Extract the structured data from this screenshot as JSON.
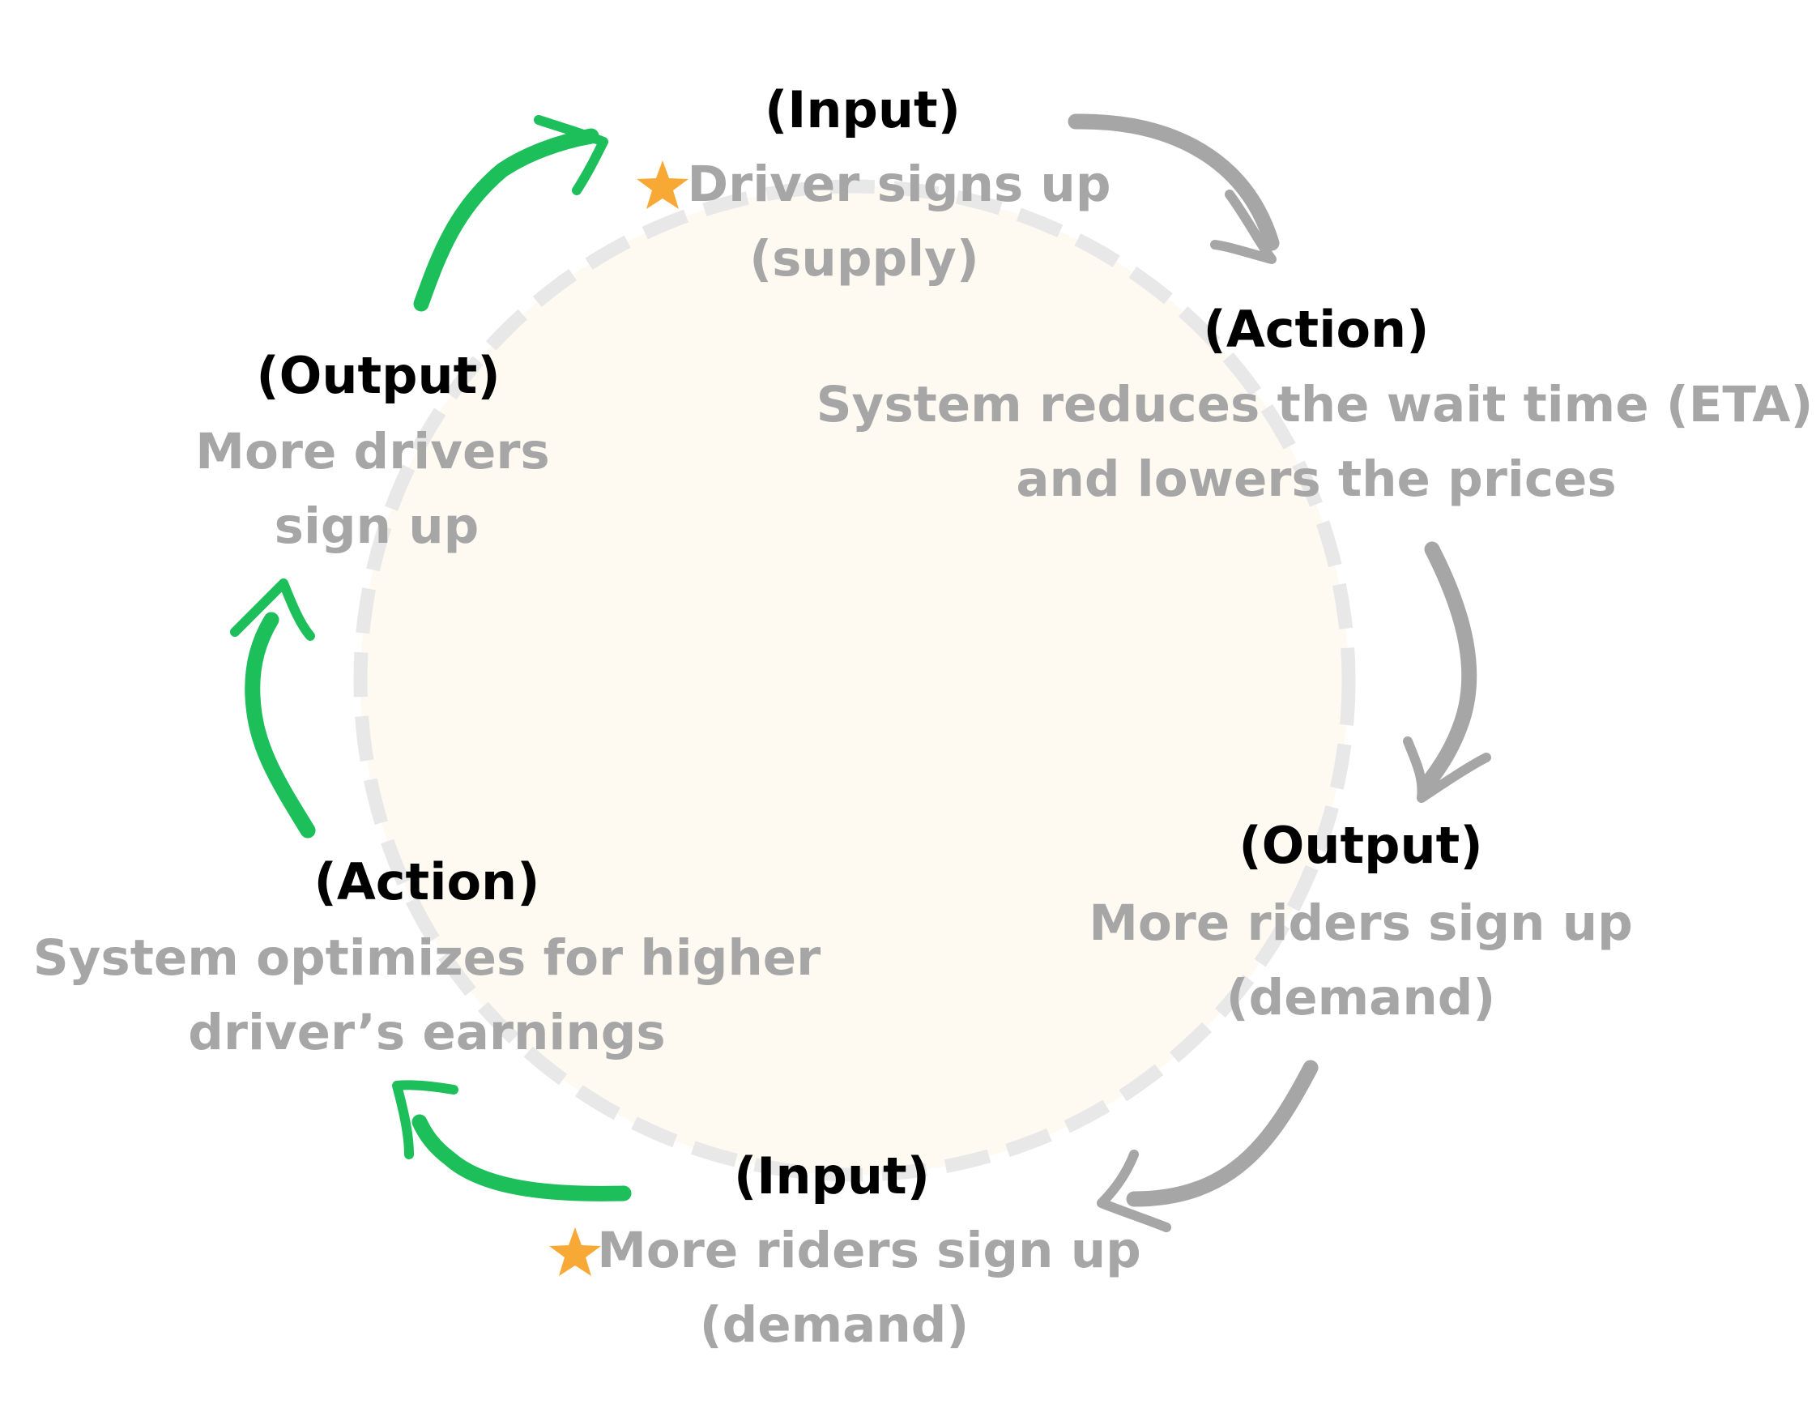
{
  "colors": {
    "background": "#ffffff",
    "circle_fill": "#fefaf2",
    "circle_stroke": "#e8e8e8",
    "heading": "#000000",
    "body_text": "#a6a6a6",
    "arrow_gray": "#a6a6a6",
    "arrow_green": "#1cbf5a",
    "star": "#f8a835"
  },
  "nodes": {
    "input_top": {
      "heading": "(Input)",
      "line1": "Driver signs up",
      "line2": "(supply)",
      "icon": "star-icon"
    },
    "action_right": {
      "heading": "(Action)",
      "line1": "System reduces the wait time (ETA)",
      "line2": "and lowers the prices"
    },
    "output_right": {
      "heading": "(Output)",
      "line1": "More riders sign up",
      "line2": "(demand)"
    },
    "input_bottom": {
      "heading": "(Input)",
      "line1": "More riders sign up",
      "line2": "(demand)",
      "icon": "star-icon"
    },
    "action_left": {
      "heading": "(Action)",
      "line1": "System optimizes for higher",
      "line2": "driver’s earnings"
    },
    "output_left": {
      "heading": "(Output)",
      "line1": "More drivers",
      "line2": "sign up"
    }
  },
  "arrows": [
    {
      "from": "input_top",
      "to": "action_right",
      "color": "gray"
    },
    {
      "from": "action_right",
      "to": "output_right",
      "color": "gray"
    },
    {
      "from": "output_right",
      "to": "input_bottom",
      "color": "gray"
    },
    {
      "from": "input_bottom",
      "to": "action_left",
      "color": "green"
    },
    {
      "from": "action_left",
      "to": "output_left",
      "color": "green"
    },
    {
      "from": "output_left",
      "to": "input_top",
      "color": "green"
    }
  ]
}
